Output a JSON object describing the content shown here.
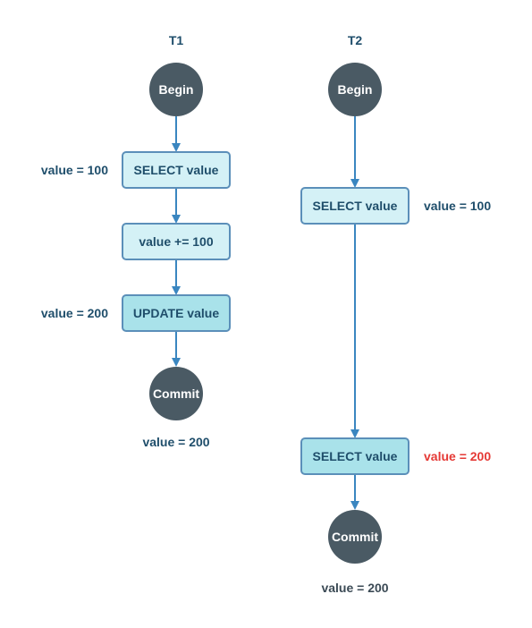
{
  "colors": {
    "arrow": "#3a86c0",
    "circle": "#4a5a64",
    "box_fill_light": "#d4f1f6",
    "box_fill_mid": "#a9e2ea",
    "box_border": "#5b8fb9",
    "label_text": "#1f4e6b",
    "highlight": "#e53935"
  },
  "lanes": {
    "t1": {
      "title": "T1",
      "begin": "Begin",
      "select": "SELECT value",
      "increment": "value += 100",
      "update": "UPDATE value",
      "commit": "Commit",
      "note_select": "value = 100",
      "note_update": "value = 200",
      "note_commit": "value = 200"
    },
    "t2": {
      "title": "T2",
      "begin": "Begin",
      "select_first": "SELECT value",
      "select_second": "SELECT value",
      "commit": "Commit",
      "note_first": "value = 100",
      "note_second": "value = 200",
      "note_commit": "value = 200"
    }
  }
}
